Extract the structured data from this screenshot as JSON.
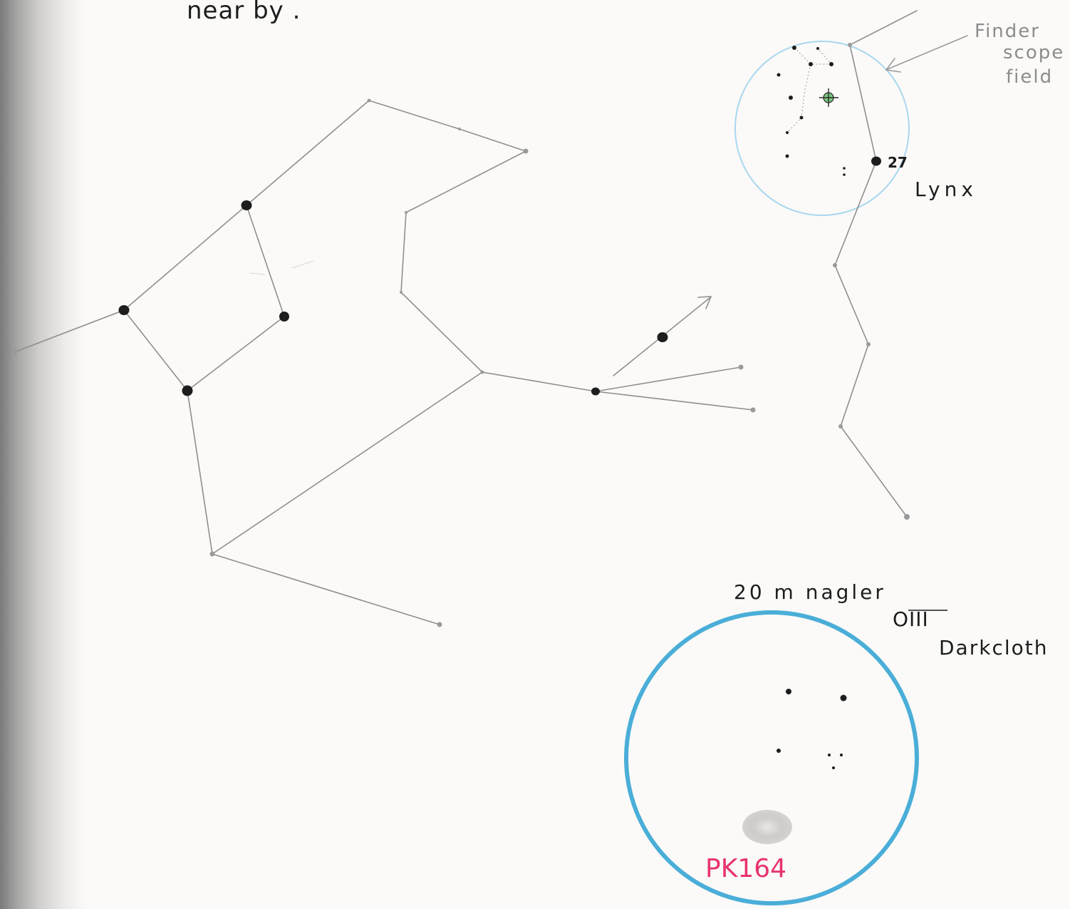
{
  "page": {
    "heading_fragment": "near by ."
  },
  "finder_view": {
    "label_line1": "Finder",
    "label_line2": "scope",
    "label_line3": "field",
    "star_number": "27",
    "constellation": "Lynx",
    "circle_color": "#a9d7ef",
    "target_marker_color": "#7cc67f"
  },
  "eyepiece_view": {
    "eyepiece": "20 m nagler",
    "filter": "OIII",
    "technique": "Darkcloth",
    "object_label": "PK164",
    "circle_color": "#4aaed8",
    "object_label_color": "#e8336f"
  },
  "colors": {
    "pencil": "#8f8f8f",
    "ink": "#1d1d1d"
  }
}
